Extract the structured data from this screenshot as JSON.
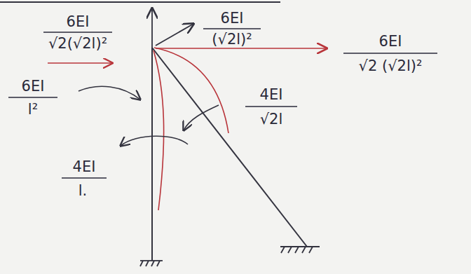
{
  "diagram": {
    "labels": [
      "6EI",
      "√2(√2l)²",
      "6EI",
      "(√2l)²",
      "6EI",
      "√2 (√2l)²",
      "6EI",
      "l²",
      "4EI",
      "√2l",
      "4EI",
      "l."
    ]
  }
}
